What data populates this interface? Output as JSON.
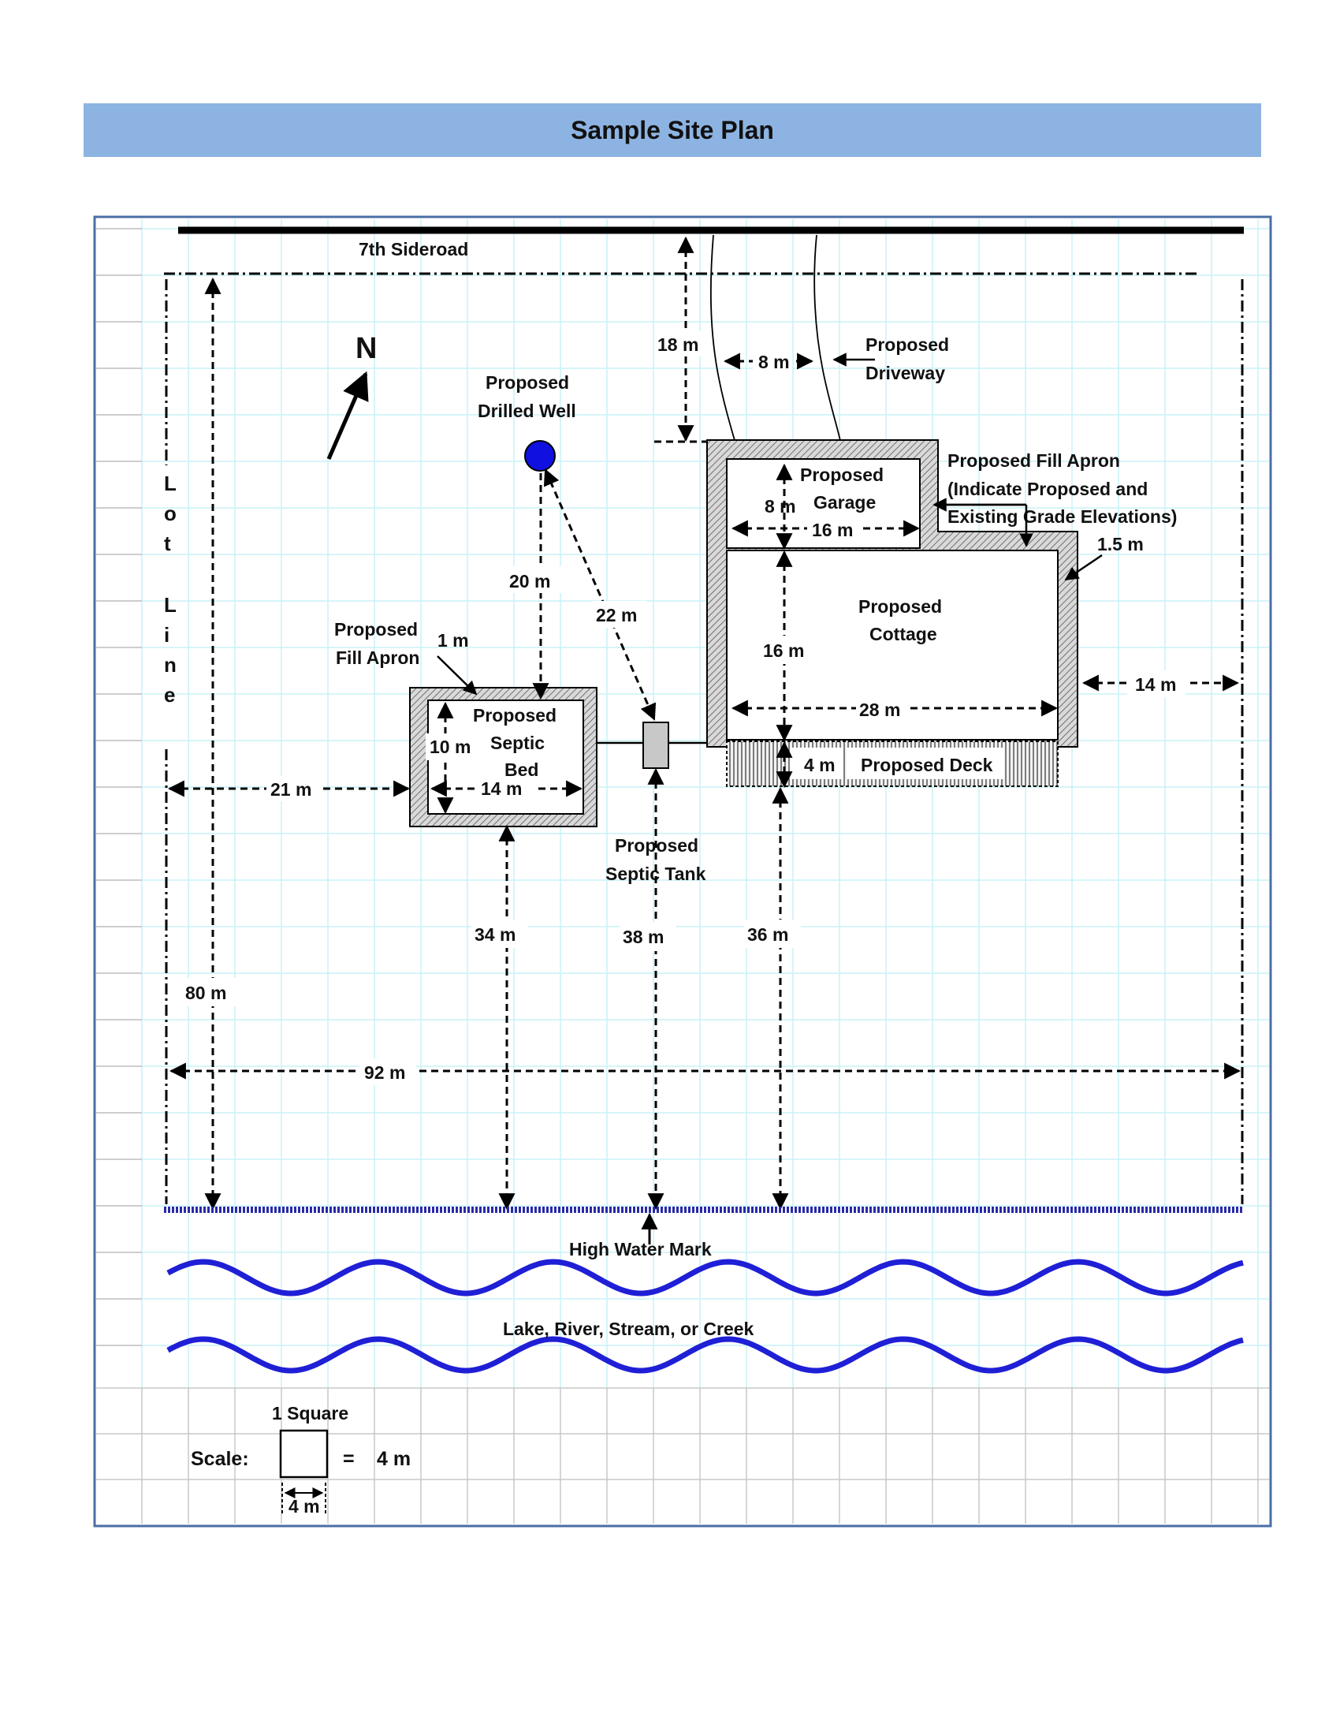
{
  "title": "Sample Site Plan",
  "road_label": "7th Sideroad",
  "north_label": "N",
  "lot_line_label": [
    "L",
    "o",
    "t",
    "L",
    "i",
    "n",
    "e"
  ],
  "labels": {
    "drilled_well": [
      "Proposed",
      "Drilled Well"
    ],
    "driveway": [
      "Proposed",
      "Driveway"
    ],
    "garage": [
      "Proposed",
      "Garage"
    ],
    "fill_apron_cottage": [
      "Proposed Fill Apron",
      "(Indicate Proposed and",
      "Existing Grade Elevations)"
    ],
    "cottage": [
      "Proposed",
      "Cottage"
    ],
    "fill_apron_bed": [
      "Proposed",
      "Fill Apron"
    ],
    "septic_bed": [
      "Proposed",
      "Septic",
      "Bed"
    ],
    "septic_tank": [
      "Proposed",
      "Septic Tank"
    ],
    "deck": "Proposed Deck",
    "high_water_mark": "High Water Mark",
    "waterbody": "Lake, River, Stream, or Creek"
  },
  "dimensions": {
    "road_to_garage": "18 m",
    "driveway_width": "8 m",
    "garage_depth": "8 m",
    "garage_width": "16 m",
    "apron_width_cottage": "1.5 m",
    "well_to_bed": "20 m",
    "well_to_tank": "22 m",
    "apron_width_bed": "1 m",
    "cottage_depth": "16 m",
    "cottage_width": "28 m",
    "cottage_to_lot_line": "14 m",
    "bed_depth": "10 m",
    "bed_width": "14 m",
    "lot_line_to_bed": "21 m",
    "deck_depth": "4 m",
    "bed_to_water": "34 m",
    "tank_to_water": "38 m",
    "deck_to_water": "36 m",
    "lot_depth": "80 m",
    "lot_width": "92 m"
  },
  "scale": {
    "square_label": "1 Square",
    "scale_label": "Scale:",
    "equals": "=",
    "value": "4 m",
    "square_dim": "4 m"
  },
  "colors": {
    "title_bar": "#8db3e2",
    "grid_line": "#c9f2f7",
    "scale_grid_line": "#c8c8c8",
    "frame": "#4a6fa5",
    "water": "#1f1fd6",
    "high_water_mark": "#2a2aa8",
    "well": "#1010e0",
    "septic_tank": "#c8c8c8"
  }
}
